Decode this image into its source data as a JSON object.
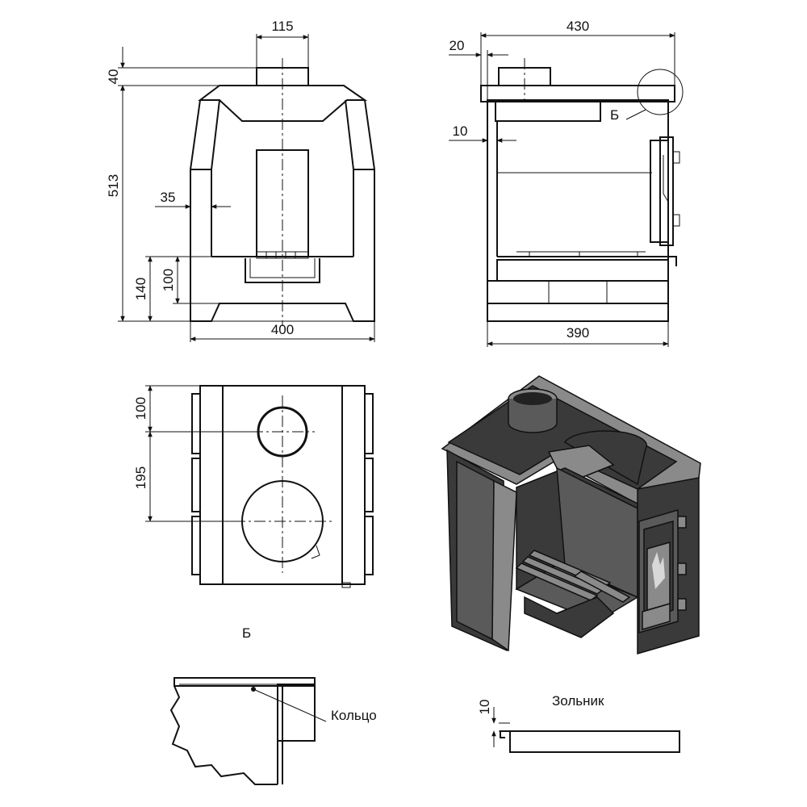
{
  "front_view": {
    "dims": {
      "width": "400",
      "pipe_width": "115",
      "pipe_height": "40",
      "body_height": "513",
      "wall": "35",
      "ash_height": "100",
      "grate_height": "140"
    }
  },
  "side_view": {
    "dims": {
      "depth_top": "430",
      "pipe_offset": "20",
      "wall": "10",
      "depth_bottom": "390"
    },
    "detail_marker": "Б"
  },
  "top_view": {
    "dims": {
      "pipe_offset": "100",
      "hole_spacing": "195"
    }
  },
  "detail_b": {
    "title": "Б",
    "ring_label": "Кольцо"
  },
  "ash_pan": {
    "title": "Зольник",
    "dim": "10"
  },
  "colors": {
    "line": "#111111",
    "steel_dark": "#3a3a3a",
    "steel_mid": "#5a5a5a",
    "steel_light": "#8a8a8a"
  }
}
